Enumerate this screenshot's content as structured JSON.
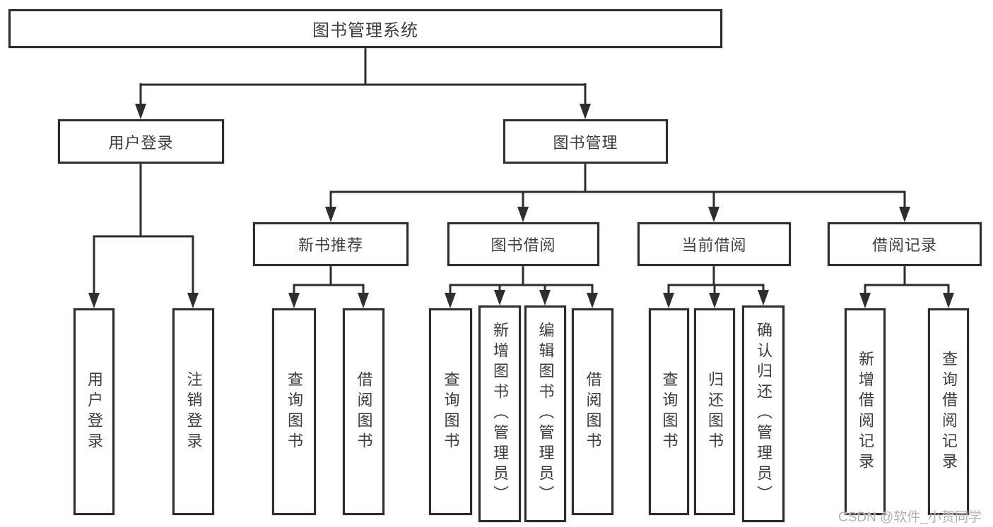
{
  "diagram": {
    "root": "图书管理系统",
    "branches": [
      {
        "label": "用户登录",
        "children": [
          "用户登录",
          "注销登录"
        ]
      },
      {
        "label": "图书管理",
        "children": [
          {
            "label": "新书推荐",
            "children": [
              "查询图书",
              "借阅图书"
            ]
          },
          {
            "label": "图书借阅",
            "children": [
              "查询图书",
              "新增图书（管理员）",
              "编辑图书（管理员）",
              "借阅图书"
            ]
          },
          {
            "label": "当前借阅",
            "children": [
              "查询图书",
              "归还图书",
              "确认归还（管理员）"
            ]
          },
          {
            "label": "借阅记录",
            "children": [
              "新增借阅记录",
              "查询借阅记录"
            ]
          }
        ]
      }
    ],
    "line_color": "#2e2e2e",
    "text_color": "#3d3d3d",
    "watermark_color": "#b2b2b2"
  },
  "watermark": "CSDN @软件_小贺同学"
}
